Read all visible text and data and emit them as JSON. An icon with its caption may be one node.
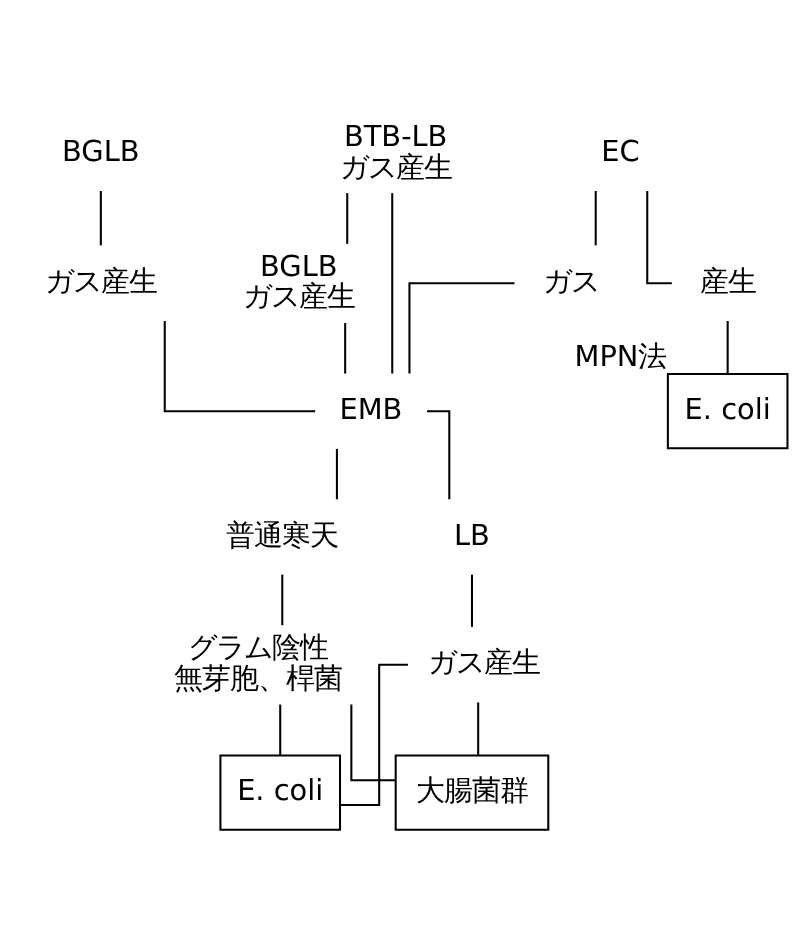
{
  "diagram": {
    "nodes": [
      {
        "text": [
          "BGLB"
        ]
      },
      {
        "text": [
          "BTB-LB",
          "ガス産生"
        ]
      },
      {
        "text": [
          "EC"
        ]
      },
      {
        "text": [
          "ガス産生"
        ]
      },
      {
        "text": [
          "BGLB",
          "ガス産生"
        ]
      },
      {
        "text": [
          "ガス"
        ]
      },
      {
        "text": [
          "産生"
        ]
      },
      {
        "text": [
          "E. coli"
        ],
        "beside": [
          "MPN法"
        ]
      },
      {
        "text": [
          "EMB"
        ]
      },
      {
        "text": [
          "普通寒天"
        ]
      },
      {
        "text": [
          "LB"
        ]
      },
      {
        "text": [
          "グラム陰性",
          "無芽胞、桿菌"
        ]
      },
      {
        "text": [
          "ガス産生"
        ]
      },
      {
        "text": [
          "大腸菌群"
        ]
      },
      {
        "text": [
          "E. coli"
        ]
      }
    ],
    "edges": [
      {
        "from": 0,
        "to": 3,
        "arrow": "none"
      },
      {
        "from": 3,
        "to": 8,
        "arrow": "none"
      },
      {
        "from": 1,
        "to": 4,
        "arrow": "none"
      },
      {
        "from": 1,
        "to": 8,
        "arrow": "none"
      },
      {
        "from": 4,
        "to": 8,
        "arrow": "none"
      },
      {
        "from": 2,
        "to": 5,
        "arrow": "none"
      },
      {
        "from": 2,
        "to": 6,
        "arrow": "none"
      },
      {
        "from": 5,
        "to": 8,
        "arrow": "none"
      },
      {
        "from": 6,
        "to": 7,
        "arrow": "none"
      },
      {
        "from": 8,
        "to": 9,
        "arrow": "none"
      },
      {
        "from": 8,
        "to": 10,
        "arrow": "none"
      },
      {
        "from": 9,
        "to": 11,
        "arrow": "none"
      },
      {
        "from": 10,
        "to": 12,
        "arrow": "none"
      },
      {
        "from": 11,
        "to": 13,
        "arrow": "none"
      },
      {
        "from": 11,
        "to": 14,
        "arrow": "none"
      },
      {
        "from": 12,
        "to": 13,
        "arrow": "none"
      },
      {
        "from": 12,
        "to": 14,
        "arrow": "none"
      }
    ]
  }
}
